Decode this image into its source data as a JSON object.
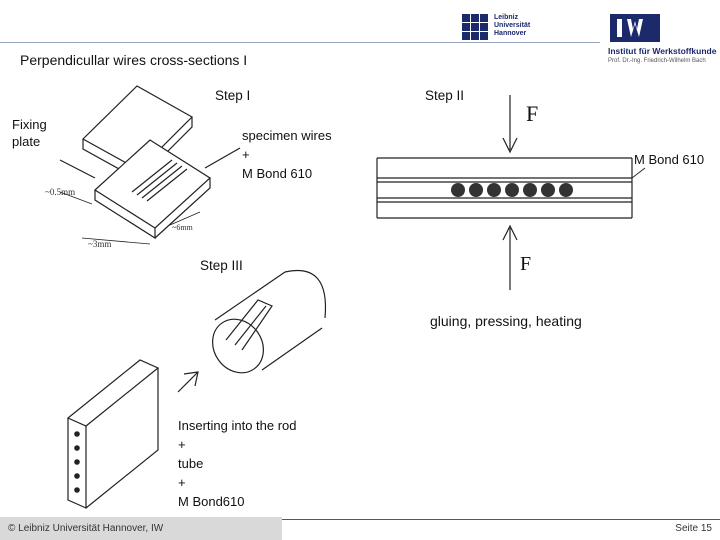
{
  "slide": {
    "title": "Perpendicullar wires cross-sections I"
  },
  "header": {
    "university_logo_lines": [
      "Leibniz",
      "Universität",
      "Hannover"
    ],
    "institute_name": "Institut für Werkstoffkunde",
    "institute_sub": "Prof. Dr.-Ing. Friedrich-Wilhelm Bach"
  },
  "labels": {
    "step1": "Step I",
    "step2": "Step II",
    "step3": "Step III",
    "fixing_plate": "Fixing\nplate",
    "specimen": "specimen wires\n     +\nM Bond 610",
    "mbond_right": "M Bond 610",
    "gluing": "gluing, pressing, heating",
    "inserting": "Inserting into the rod\n+\ntube\n+\nM Bond610",
    "force_top": "F",
    "force_bottom": "F"
  },
  "footer": {
    "left": "© Leibniz Universität Hannover, IW",
    "right": "Seite 15"
  },
  "colors": {
    "brand_blue": "#1c2a6b",
    "rule_blue": "#3b5998",
    "footer_gray": "#d9d9d9"
  }
}
